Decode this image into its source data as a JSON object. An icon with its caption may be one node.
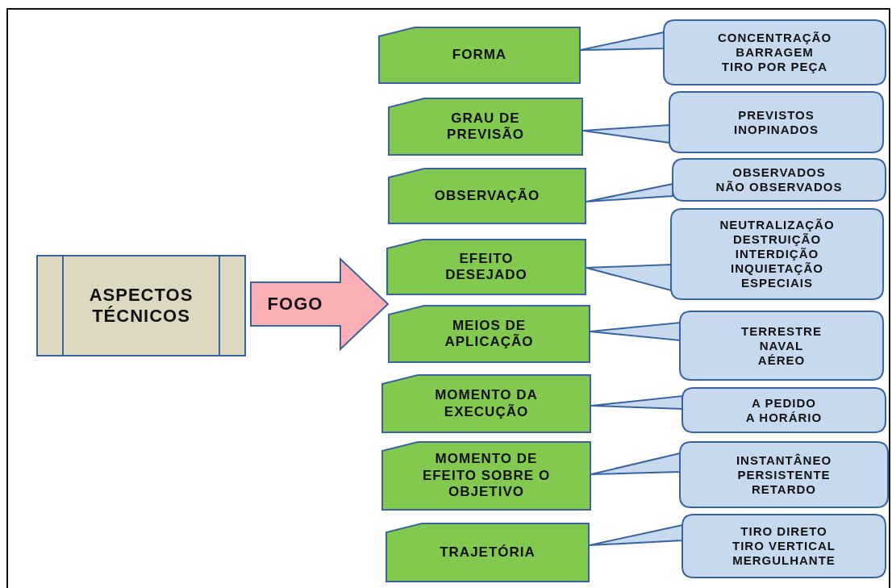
{
  "diagram": {
    "nodes": [
      {
        "text": [
          "ASPECTOS TÉCNICOS"
        ]
      },
      {
        "text": [
          "FOGO"
        ]
      },
      {
        "text": [
          "FORMA"
        ]
      },
      {
        "text": [
          "CONCENTRAÇÃO",
          "BARRAGEM",
          "TIRO POR PEÇA"
        ]
      },
      {
        "text": [
          "GRAU DE PREVISÃO"
        ]
      },
      {
        "text": [
          "PREVISTOS",
          "INOPINADOS"
        ]
      },
      {
        "text": [
          "OBSERVAÇÃO"
        ]
      },
      {
        "text": [
          "OBSERVADOS",
          "NÃO OBSERVADOS"
        ]
      },
      {
        "text": [
          "EFEITO DESEJADO"
        ]
      },
      {
        "text": [
          "NEUTRALIZAÇÃO",
          "DESTRUIÇÃO",
          "INTERDIÇÃO",
          "INQUIETAÇÃO",
          "ESPECIAIS"
        ]
      },
      {
        "text": [
          "MEIOS DE APLICAÇÃO"
        ]
      },
      {
        "text": [
          "TERRESTRE",
          "NAVAL",
          "AÉREO"
        ]
      },
      {
        "text": [
          "MOMENTO DA EXECUÇÃO"
        ]
      },
      {
        "text": [
          "A PEDIDO",
          "A HORÁRIO"
        ]
      },
      {
        "text": [
          "MOMENTO DE EFEITO SOBRE O OBJETIVO"
        ]
      },
      {
        "text": [
          "INSTANTÂNEO",
          "PERSISTENTE",
          "RETARDO"
        ]
      },
      {
        "text": [
          "TRAJETÓRIA"
        ]
      },
      {
        "text": [
          "TIRO DIRETO",
          "TIRO VERTICAL",
          "MERGULHANTE"
        ]
      }
    ],
    "edges": [
      {
        "from": 3,
        "to": 2,
        "arrow": "none"
      },
      {
        "from": 5,
        "to": 4,
        "arrow": "none"
      },
      {
        "from": 7,
        "to": 6,
        "arrow": "none"
      },
      {
        "from": 9,
        "to": 8,
        "arrow": "none"
      },
      {
        "from": 11,
        "to": 10,
        "arrow": "none"
      },
      {
        "from": 13,
        "to": 12,
        "arrow": "none"
      },
      {
        "from": 15,
        "to": 14,
        "arrow": "none"
      },
      {
        "from": 17,
        "to": 16,
        "arrow": "none"
      }
    ]
  }
}
